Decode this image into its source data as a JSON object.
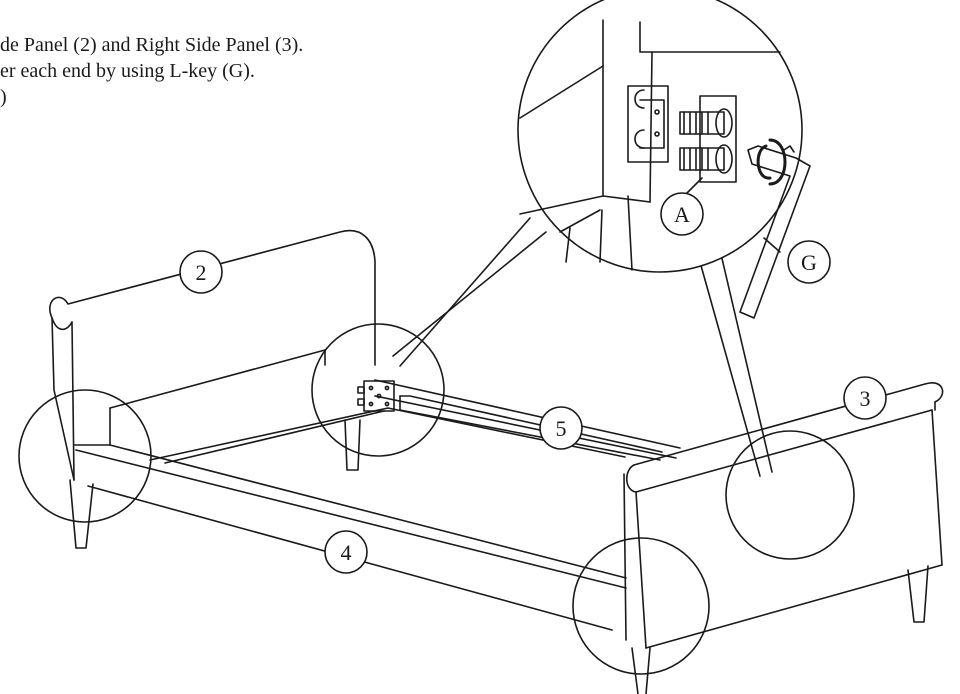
{
  "instructions": [
    "de Panel (2) and Right Side Panel (3).",
    "er each end by using L-key (G).",
    ")"
  ],
  "labels": {
    "left_panel": "2",
    "right_panel": "3",
    "front_rail": "4",
    "center_rail": "5",
    "bolt": "A",
    "lkey": "G"
  },
  "colors": {
    "line": "#1a1a1a",
    "fill": "#ffffff"
  }
}
